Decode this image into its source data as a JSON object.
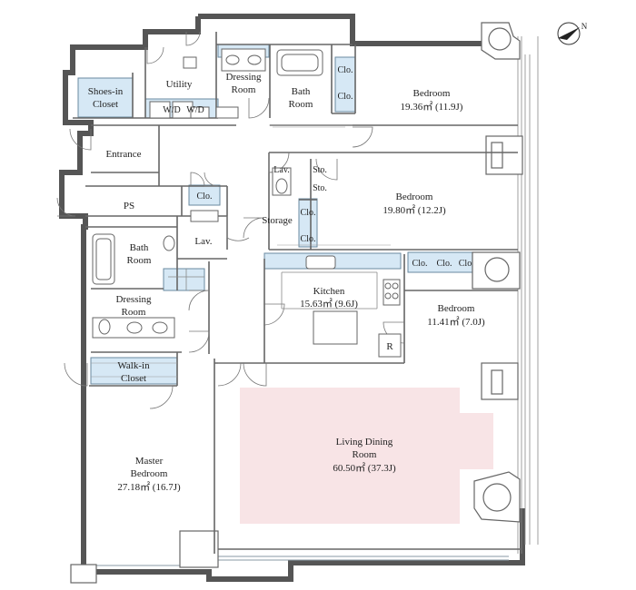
{
  "rooms": {
    "shoes_in_closet": {
      "line1": "Shoes-in",
      "line2": "Closet"
    },
    "utility": {
      "label": "Utility"
    },
    "dressing_room_top": {
      "line1": "Dressing",
      "line2": "Room"
    },
    "bath_room_top": {
      "line1": "Bath",
      "line2": "Room"
    },
    "wd1": "W/D",
    "wd2": "W/D",
    "closet_top1": "Clo.",
    "closet_top2": "Clo.",
    "bedroom_top": {
      "name": "Bedroom",
      "area": "19.36㎡ (11.9J)"
    },
    "entrance": {
      "label": "Entrance"
    },
    "lav_mid": "Lav.",
    "storage_sq1": "Sto.",
    "storage_sq2": "Sto.",
    "bedroom_mid": {
      "name": "Bedroom",
      "area": "19.80㎡ (12.2J)"
    },
    "ps": "PS",
    "closet_entrance": "Clo.",
    "storage": "Storage",
    "closet_mid1": "Clo.",
    "closet_mid2": "Clo.",
    "bath_room_master": {
      "line1": "Bath",
      "line2": "Room"
    },
    "lav_master": "Lav.",
    "closet_k1": "Clo.",
    "closet_k2": "Clo.",
    "closet_k3": "Clo",
    "kitchen": {
      "name": "Kitchen",
      "area": "15.63㎡ (9.6J)"
    },
    "bedroom_right": {
      "name": "Bedroom",
      "area": "11.41㎡ (7.0J)"
    },
    "dressing_room_master": {
      "line1": "Dressing",
      "line2": "Room"
    },
    "refrigerator": "R",
    "walk_in_closet": {
      "line1": "Walk-in",
      "line2": "Closet"
    },
    "living_dining": {
      "line1": "Living Dining",
      "line2": "Room",
      "area": "60.50㎡ (37.3J)"
    },
    "master_bedroom": {
      "line1": "Master",
      "line2": "Bedroom",
      "area": "27.18㎡ (16.7J)"
    }
  },
  "compass": {
    "letter": "N"
  },
  "colors": {
    "closet_fill": "#d6e8f5",
    "living_highlight": "#f8e4e6",
    "wall": "#555555"
  }
}
